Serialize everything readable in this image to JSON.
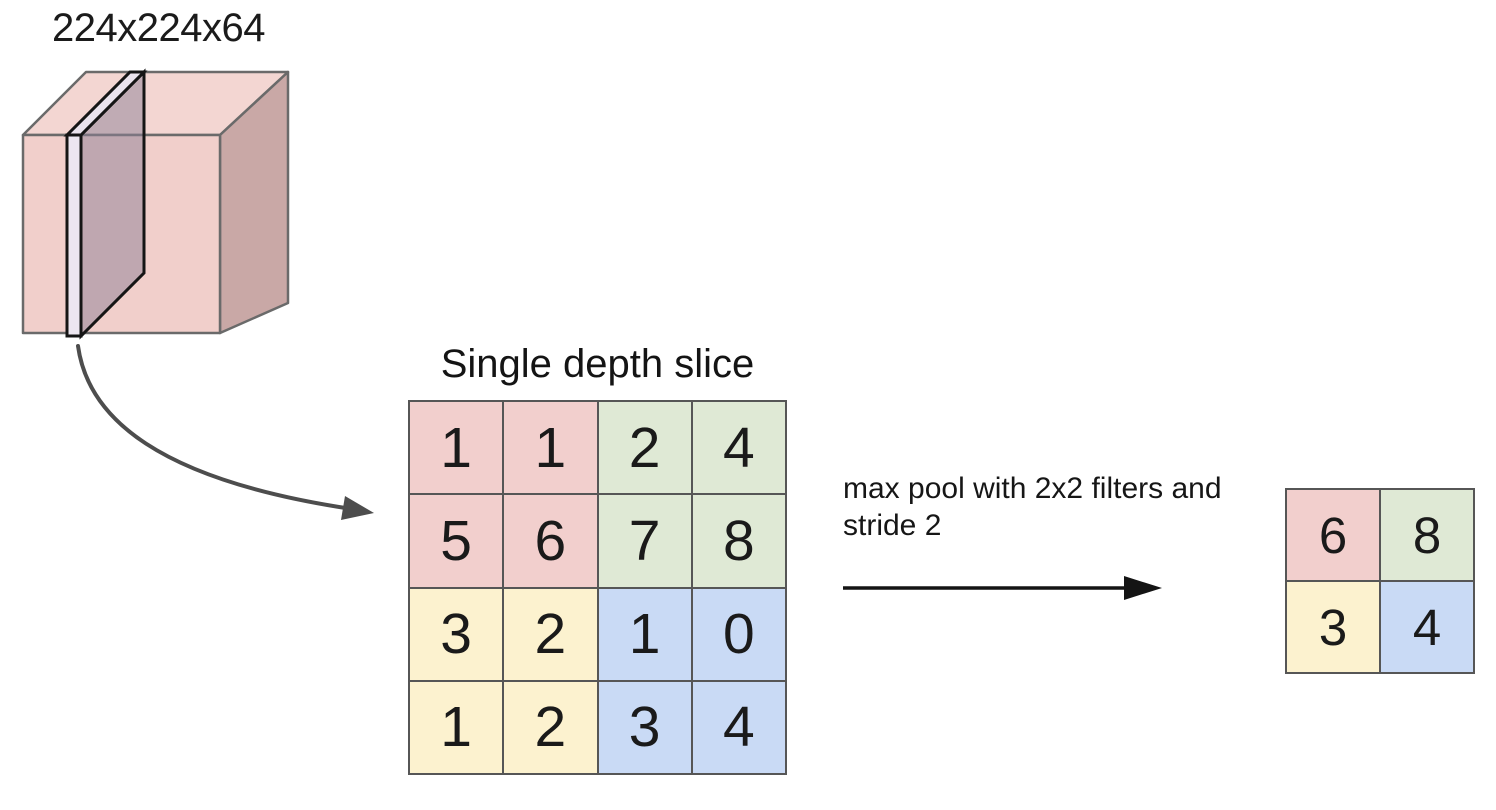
{
  "cube": {
    "label": "224x224x64",
    "colors": {
      "top": "#f3d6d2",
      "front": "#f1cfcb",
      "side": "#c9a8a6",
      "slice_face": "#8d7f96",
      "slice_top_strip": "#eae3ed",
      "slice_front_strip": "#ece6f0",
      "edge": "#6a6a6a",
      "slice_edge": "#151515"
    }
  },
  "input_grid": {
    "title": "Single depth slice",
    "rows": [
      [
        1,
        1,
        2,
        4
      ],
      [
        5,
        6,
        7,
        8
      ],
      [
        3,
        2,
        1,
        0
      ],
      [
        1,
        2,
        3,
        4
      ]
    ],
    "cell_colors": [
      [
        "pink",
        "pink",
        "green",
        "green"
      ],
      [
        "pink",
        "pink",
        "green",
        "green"
      ],
      [
        "yellow",
        "yellow",
        "blue",
        "blue"
      ],
      [
        "yellow",
        "yellow",
        "blue",
        "blue"
      ]
    ]
  },
  "operation": {
    "label": "max pool with 2x2 filters and stride 2"
  },
  "output_grid": {
    "rows": [
      [
        6,
        8
      ],
      [
        3,
        4
      ]
    ],
    "cell_colors": [
      [
        "pink",
        "green"
      ],
      [
        "yellow",
        "blue"
      ]
    ]
  },
  "palette": {
    "pink": "#f2cfcd",
    "green": "#dfe9d5",
    "yellow": "#fcf2cf",
    "blue": "#c9daf5",
    "grid_border": "#565656",
    "arrow": "#4d4d4d",
    "text": "#1a1a1a"
  }
}
